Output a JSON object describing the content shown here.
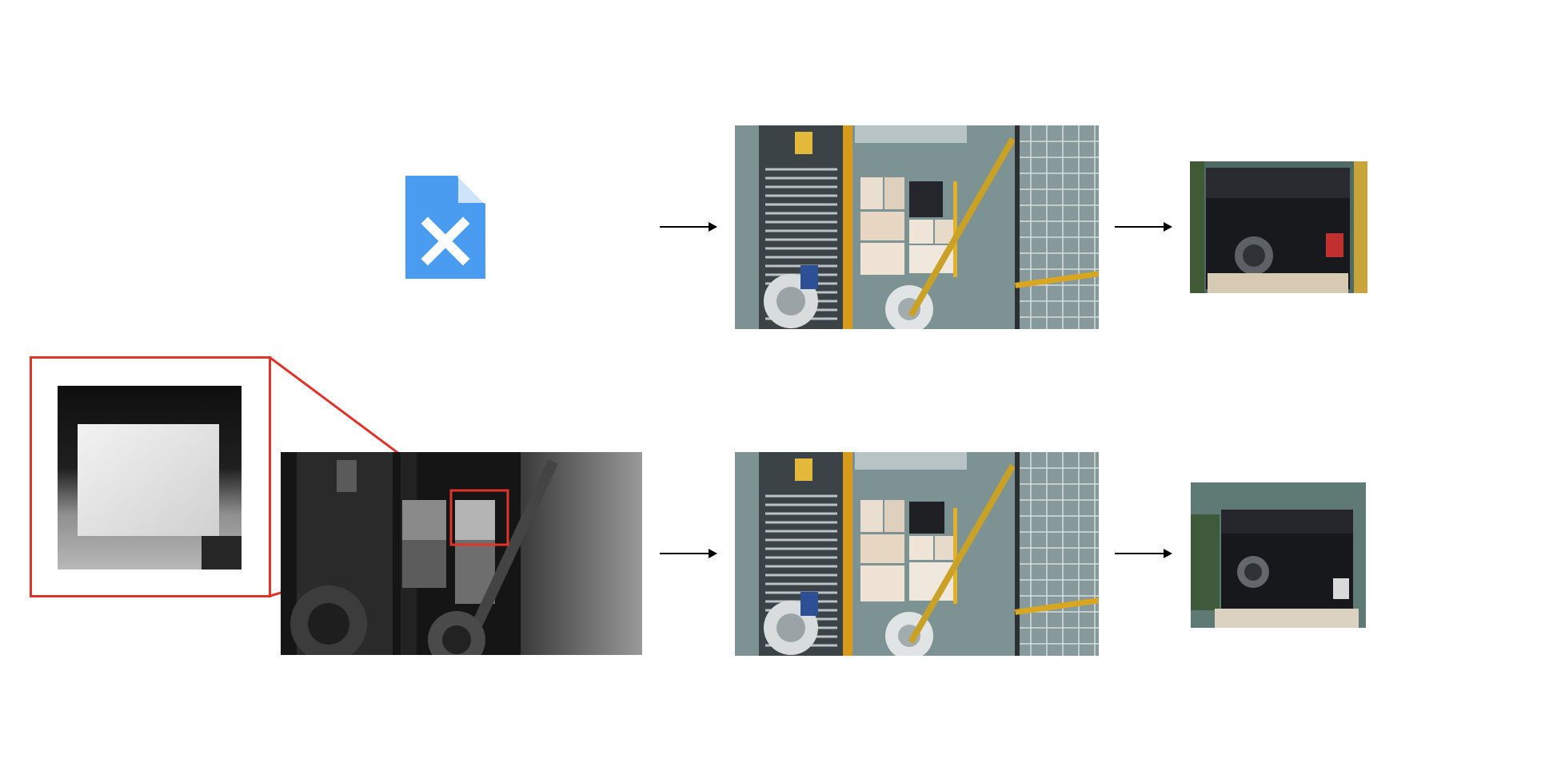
{
  "diagram": {
    "rows": [
      {
        "id": "row-no-depth",
        "input_icon": "file-missing-icon",
        "stages": [
          "rgb-scene-image",
          "cropped-object"
        ]
      },
      {
        "id": "row-with-depth",
        "input": "depth-map",
        "stages": [
          "rgb-scene-image",
          "cropped-object"
        ]
      }
    ],
    "colors": {
      "icon_blue": "#4a9cf0",
      "highlight_red": "#e0342a",
      "arrow": "#000000"
    }
  }
}
